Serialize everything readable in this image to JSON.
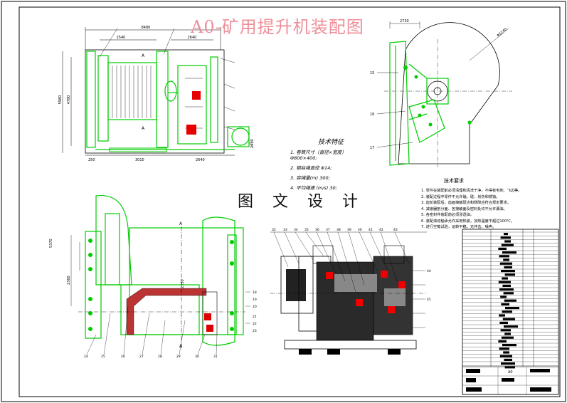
{
  "drawing": {
    "title": "A0-矿用提升机装配图",
    "watermark": "图 文 设 计"
  },
  "tech_spec": {
    "heading": "技术特征",
    "items": [
      "1. 卷筒尺寸（直径×宽度）",
      "   Φ800×400;",
      "2. 钢丝绳直径 Φ14;",
      "3. 容绳量(m) 300;",
      "4. 平均绳速 (m/s) 30;"
    ]
  },
  "requirements": {
    "heading": "技术要求",
    "items": [
      "1. 零件在装配前必须清理和清洗干净，不得有毛刺、飞边等。",
      "2. 装配过程中零件不允许磕、碰、划伤和锈蚀。",
      "3. 齿轮装配后，齿面接触斑点和侧隙应符合规定要求。",
      "4. 减速器剖分面、各接触面及密封处均不允许漏油。",
      "5. 各密封件装配前必须浸透油。",
      "6. 装配滚动轴承允许采用热装，加热温度不超过100℃。",
      "7. 进行空载试验，运转平稳，无冲击、噪声。"
    ]
  },
  "views": {
    "top_left": {
      "dims": [
        "8480",
        "2540",
        "2640",
        "3010",
        "2640",
        "250",
        "5980",
        "4780",
        "2480"
      ],
      "section_marks": [
        "A",
        "A"
      ]
    },
    "top_right": {
      "dims": [
        "2730",
        "Φ5240"
      ],
      "part_numbers": [
        "15",
        "16",
        "17"
      ]
    },
    "bottom_left": {
      "dims": [
        "5370",
        "2360",
        "2350"
      ],
      "section_marks": [
        "A",
        "A"
      ],
      "part_numbers": [
        "18",
        "19",
        "20",
        "21",
        "22",
        "23",
        "24",
        "25",
        "26",
        "27",
        "28",
        "29",
        "30",
        "31"
      ]
    },
    "bottom_middle": {
      "part_numbers": [
        "32",
        "33",
        "34",
        "35",
        "36",
        "37",
        "38",
        "39",
        "40",
        "41",
        "42",
        "43",
        "44",
        "45"
      ]
    }
  },
  "bom": {
    "footer_code": "A0"
  },
  "colors": {
    "outline": "#000000",
    "part_lines": "#00cc00",
    "title": "#ef8f9a",
    "watermark": "#111111"
  }
}
